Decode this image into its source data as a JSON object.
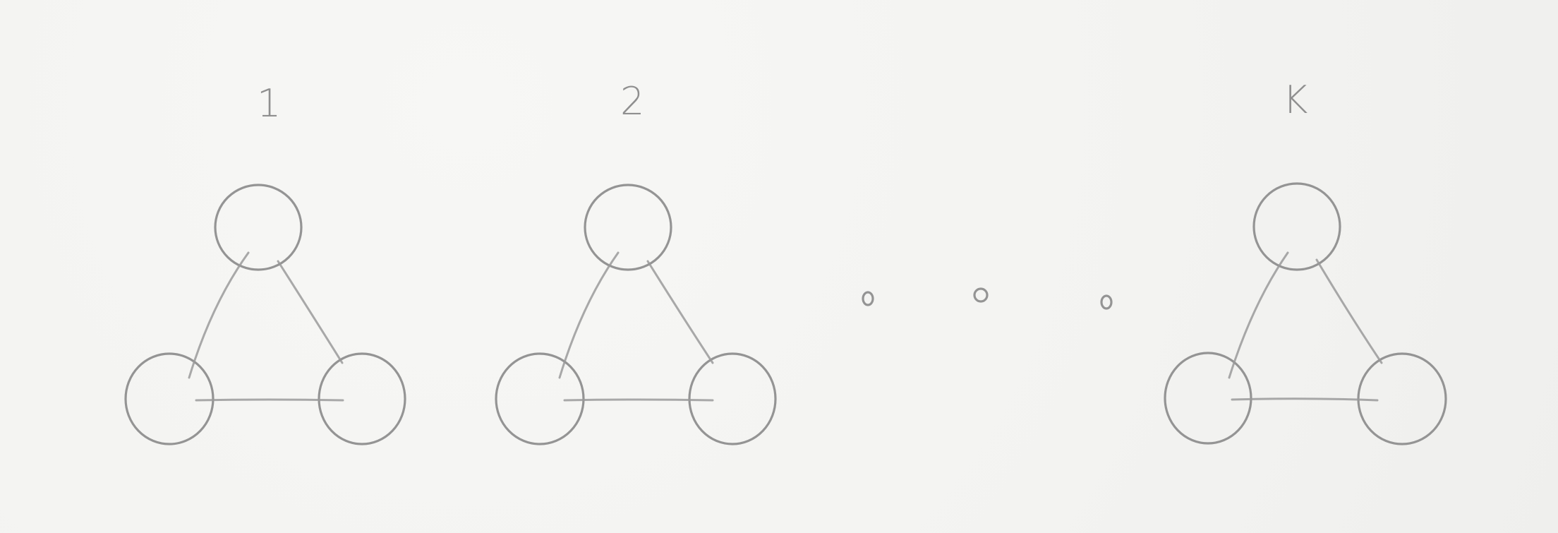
{
  "diagram": {
    "labels": {
      "first": "1",
      "second": "2",
      "last": "K"
    },
    "ellipsis": "o o o",
    "graphs": [
      {
        "name": "graph-1",
        "nodes": 3,
        "edges": 3
      },
      {
        "name": "graph-2",
        "nodes": 3,
        "edges": 3
      },
      {
        "name": "graph-k",
        "nodes": 3,
        "edges": 3
      }
    ]
  },
  "colors": {
    "pencil": "#8a8a8a",
    "paper": "#f5f5f3"
  }
}
